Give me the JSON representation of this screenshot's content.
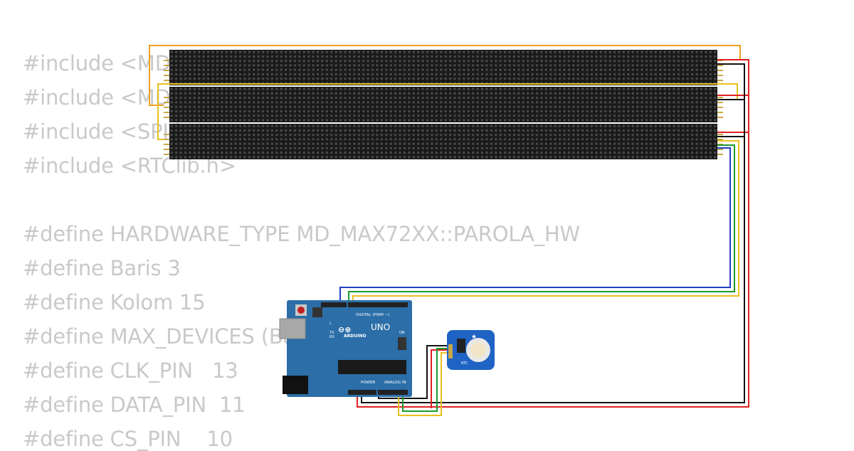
{
  "code": {
    "lines": [
      "#include <MD_Parola.h>",
      "#include <MD_MAX72xx.h>",
      "#include <SPI.h>",
      "#include <RTClib.h>",
      "",
      "#define HARDWARE_TYPE MD_MAX72XX::PAROLA_HW",
      "#define Baris 3",
      "#define Kolom 15",
      "#define MAX_DEVICES (Baris*Kolom)",
      "#define CLK_PIN   13",
      "#define DATA_PIN  11",
      "#define CS_PIN    10"
    ]
  },
  "matrix": {
    "rows": 3,
    "modules_per_row": 15,
    "panel_color": "#1a1a1a",
    "led_color": "#4a4a4a"
  },
  "arduino": {
    "name_label": "UNO",
    "brand_label": "ARDUINO",
    "digital_label": "DIGITAL (PWM ~)",
    "power_label": "POWER",
    "analog_label": "ANALOG IN",
    "on_label": "ON",
    "tx_label": "TX",
    "rx_label": "RX",
    "l_label": "L",
    "board_color": "#2b6ea8"
  },
  "rtc": {
    "label": "RTC",
    "board_color": "#1f63c4"
  },
  "wires": {
    "red": "#e02020",
    "black": "#111111",
    "yellow": "#e8c020",
    "orange": "#f0a020",
    "green": "#1a9a2a",
    "blue": "#2040c0"
  }
}
